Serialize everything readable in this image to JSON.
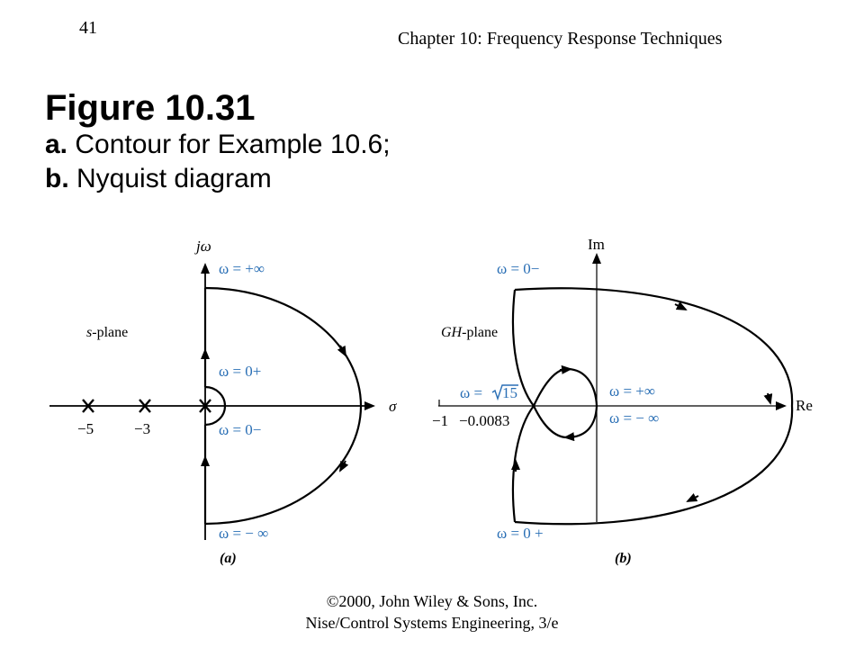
{
  "slide_number": "41",
  "chapter": "Chapter 10: Frequency Response Techniques",
  "figure_title": "Figure 10.31",
  "caption": {
    "a_letter": "a.",
    "a_text": " Contour for Example 10.6;",
    "b_letter": "b.",
    "b_text": " Nyquist diagram"
  },
  "panel_a": {
    "axis_imag": "j",
    "axis_imag_omega": "ω",
    "axis_real": "σ",
    "plane_italic": "s",
    "plane_rest": "-plane",
    "omega_plus_inf": "ω = +∞",
    "omega_0_plus": "ω = 0+",
    "omega_0_minus": "ω = 0−",
    "omega_minus_inf": "ω = − ∞",
    "tick_minus5": "−5",
    "tick_minus3": "−3",
    "sublabel": "(a)"
  },
  "panel_b": {
    "axis_imag": "Im",
    "axis_real": "Re",
    "plane_italic": "GH",
    "plane_rest": "-plane",
    "omega_0_minus": "ω = 0−",
    "omega_0_plus": "ω = 0 +",
    "omega_sqrt15_prefix": "ω =",
    "omega_sqrt15_value": "15",
    "omega_plus_inf": "ω = +∞",
    "omega_minus_inf": "ω = − ∞",
    "tick_minus1": "−1",
    "tick_crossing": "−0.0083",
    "sublabel": "(b)"
  },
  "footer": {
    "line1": "©2000, John Wiley & Sons, Inc.",
    "line2": "Nise/Control Systems Engineering, 3/e"
  },
  "colors": {
    "accent_blue": "#2a6fb5",
    "ink": "#000000"
  }
}
